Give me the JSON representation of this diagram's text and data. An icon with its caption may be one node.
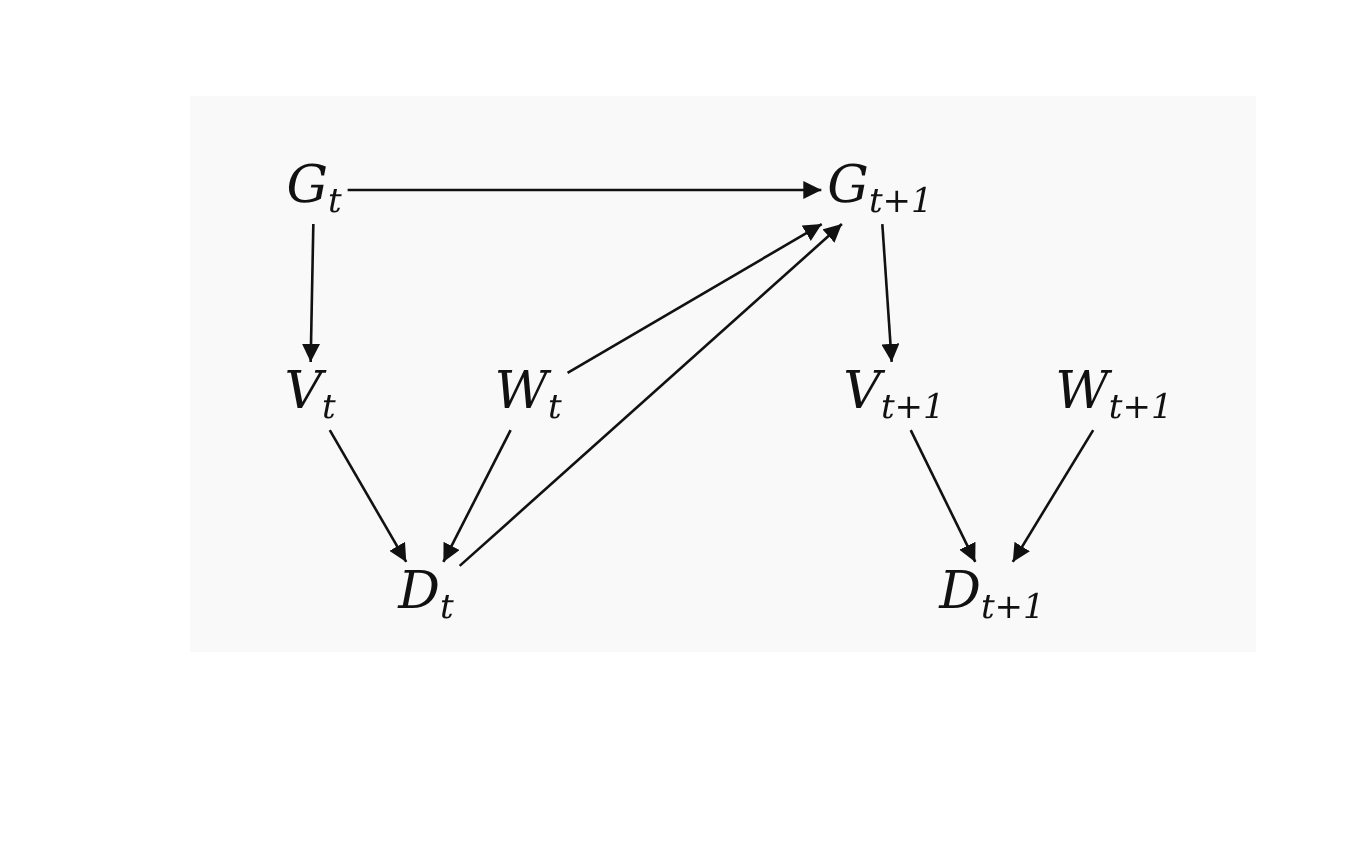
{
  "diagram": {
    "nodes": [
      {
        "text": [
          "G$_{t}$"
        ]
      },
      {
        "text": [
          "G$_{t+1}$"
        ]
      },
      {
        "text": [
          "V$_{t}$"
        ]
      },
      {
        "text": [
          "W$_{t}$"
        ]
      },
      {
        "text": [
          "V$_{t+1}$"
        ]
      },
      {
        "text": [
          "W$_{t+1}$"
        ]
      },
      {
        "text": [
          "D$_{t}$"
        ]
      },
      {
        "text": [
          "D$_{t+1}$"
        ]
      }
    ],
    "edges": [
      {
        "from": 0,
        "to": 1,
        "arrow": "to"
      },
      {
        "from": 0,
        "to": 2,
        "arrow": "to"
      },
      {
        "from": 3,
        "to": 1,
        "arrow": "to"
      },
      {
        "from": 6,
        "to": 1,
        "arrow": "to"
      },
      {
        "from": 2,
        "to": 6,
        "arrow": "to"
      },
      {
        "from": 3,
        "to": 6,
        "arrow": "to"
      },
      {
        "from": 1,
        "to": 4,
        "arrow": "to"
      },
      {
        "from": 4,
        "to": 7,
        "arrow": "to"
      },
      {
        "from": 5,
        "to": 7,
        "arrow": "to"
      }
    ]
  }
}
